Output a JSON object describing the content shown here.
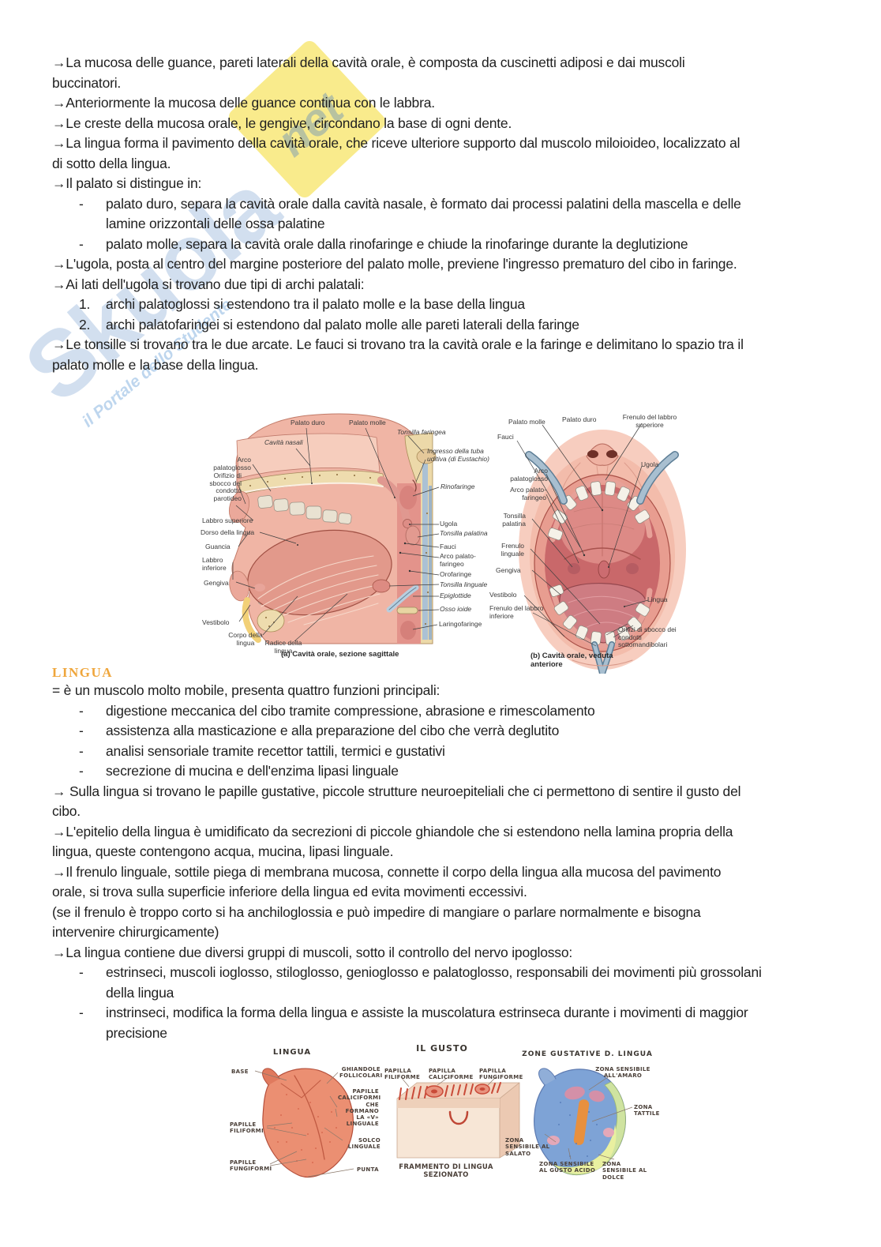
{
  "watermark": {
    "brand": "Skuola",
    "suffix": "net",
    "tagline": "il Portale dello Studente"
  },
  "colors": {
    "heading_orange": "#efa63c",
    "watermark_blue": "#5082c3",
    "watermark_yellow": "#f7e35f",
    "text": "#1f1f1f"
  },
  "s1": {
    "dash": "-",
    "items": [
      "→La mucosa delle guance, pareti laterali della cavità orale, è composta da cuscinetti adiposi e dai muscoli\nbuccinatori.",
      "→Anteriormente la mucosa delle guance continua con le labbra.",
      "→Le creste della mucosa orale, le gengive, circondano la base di ogni dente.",
      "→La lingua forma il pavimento della cavità orale, che riceve ulteriore supporto dal muscolo miloioideo, localizzato al\ndi sotto della lingua.",
      "→Il palato si distingue in:"
    ],
    "bullets": [
      "palato duro, separa la cavità orale dalla cavità nasale, è formato dai processi palatini della mascella e delle\nlamine orizzontali delle ossa palatine",
      "palato molle, separa la cavità orale dalla rinofaringe e chiude la rinofaringe durante la deglutizione"
    ],
    "items2": [
      "→L'ugola, posta al centro del margine posteriore del palato molle, previene l'ingresso prematuro del cibo in faringe.",
      "→Ai lati dell'ugola si trovano due tipi di archi palatali:"
    ],
    "numbered": [
      {
        "n": "1.",
        "text": "archi palatoglossi si estendono tra il palato molle e la base della lingua"
      },
      {
        "n": "2.",
        "text": "archi palatofaringei si estendono dal palato molle alle pareti laterali della faringe"
      }
    ],
    "items3": [
      "→Le tonsille si trovano tra le due arcate. Le fauci si trovano tra la cavità orale e la faringe e delimitano lo spazio tra il\npalato molle e la base della lingua."
    ]
  },
  "fig1": {
    "caption_a": "(a) Cavità orale, sezione sagittale",
    "caption_b": "(b) Cavità orale, veduta anteriore",
    "a": [
      "Palato duro",
      "Palato molle",
      "Tonsilla faringea",
      "Cavità nasali",
      "Ingresso della tuba uditiva (di Eustachio)",
      "Rinofaringe",
      "Arco palatoglosso",
      "Orifizio di sbocco del condotto parotideo",
      "Labbro superiore",
      "Dorso della lingua",
      "Guancia",
      "Labbro inferiore",
      "Gengiva",
      "Vestibolo",
      "Corpo della lingua",
      "Radice della lingua",
      "Ugola",
      "Tonsilla palatina",
      "Fauci",
      "Arco palato-faringeo",
      "Orofaringe",
      "Tonsilla linguale",
      "Epiglottide",
      "Osso ioide",
      "Laringofaringe"
    ],
    "b": [
      "Palato molle",
      "Palato duro",
      "Frenulo del labbro superiore",
      "Fauci",
      "Ugola",
      "Arco palatoglosso",
      "Arco palato-faringeo",
      "Tonsilla palatina",
      "Frenulo linguale",
      "Gengiva",
      "Vestibolo",
      "Frenulo del labbro inferiore",
      "Lingua",
      "Orifizi di sbocco dei condotti sottomandibolari"
    ]
  },
  "s2": {
    "heading": "LINGUA",
    "dash": "-",
    "intro": "= è un muscolo molto mobile, presenta quattro funzioni principali:",
    "bullets": [
      "digestione meccanica del cibo tramite compressione, abrasione e rimescolamento",
      "assistenza alla masticazione e alla preparazione del cibo che verrà deglutito",
      "analisi sensoriale tramite recettor tattili, termici e gustativi",
      "secrezione di mucina e dell'enzima lipasi linguale"
    ],
    "items": [
      "→ Sulla lingua si trovano le papille gustative, piccole strutture neuroepiteliali che ci permettono di sentire il gusto del\ncibo.",
      "→L'epitelio della lingua è umidificato da secrezioni di piccole ghiandole che si estendono nella lamina propria della\nlingua, queste contengono acqua, mucina, lipasi linguale.",
      "→Il frenulo linguale, sottile piega di membrana mucosa, connette il corpo della lingua alla mucosa del pavimento\norale, si trova sulla superficie inferiore della lingua ed evita movimenti eccessivi.",
      "(se il frenulo è troppo corto si ha anchiloglossia e può impedire di mangiare o parlare normalmente e bisogna\nintervenire chirurgicamente)",
      "→La lingua contiene due diversi gruppi di muscoli, sotto il controllo del nervo ipoglosso:"
    ],
    "bullets2": [
      "estrinseci, muscoli ioglosso, stiloglosso, genioglosso e palatoglosso, responsabili dei movimenti più grossolani\ndella lingua",
      "instrinseci, modifica la forma della lingua e assiste la muscolatura estrinseca durante i movimenti di maggior\nprecisione"
    ]
  },
  "fig2": {
    "title_left": "LINGUA",
    "title_mid": "IL GUSTO",
    "title_right": "ZONE GUSTATIVE D. LINGUA",
    "caption_mid": "FRAMMENTO DI LINGUA SEZIONATO",
    "left": [
      "BASE",
      "GHIANDOLE FOLLICOLARI",
      "PAPILLE CALICIFORMI CHE FORMANO LA «V» LINGUALE",
      "PAPILLE FILIFORMI",
      "SOLCO LINGUALE",
      "PAPILLE FUNGIFORMI",
      "PUNTA"
    ],
    "mid": [
      "PAPILLA FILIFORME",
      "PAPILLA CALICIFORME",
      "PAPILLA FUNGIFORME"
    ],
    "right": [
      "ZONA SENSIBILE ALL'AMARO",
      "ZONA TATTILE",
      "ZONA SENSIBILE AL SALATO",
      "ZONA SENSIBILE AL GUSTO ACIDO",
      "ZONA SENSIBILE AL DOLCE"
    ]
  }
}
